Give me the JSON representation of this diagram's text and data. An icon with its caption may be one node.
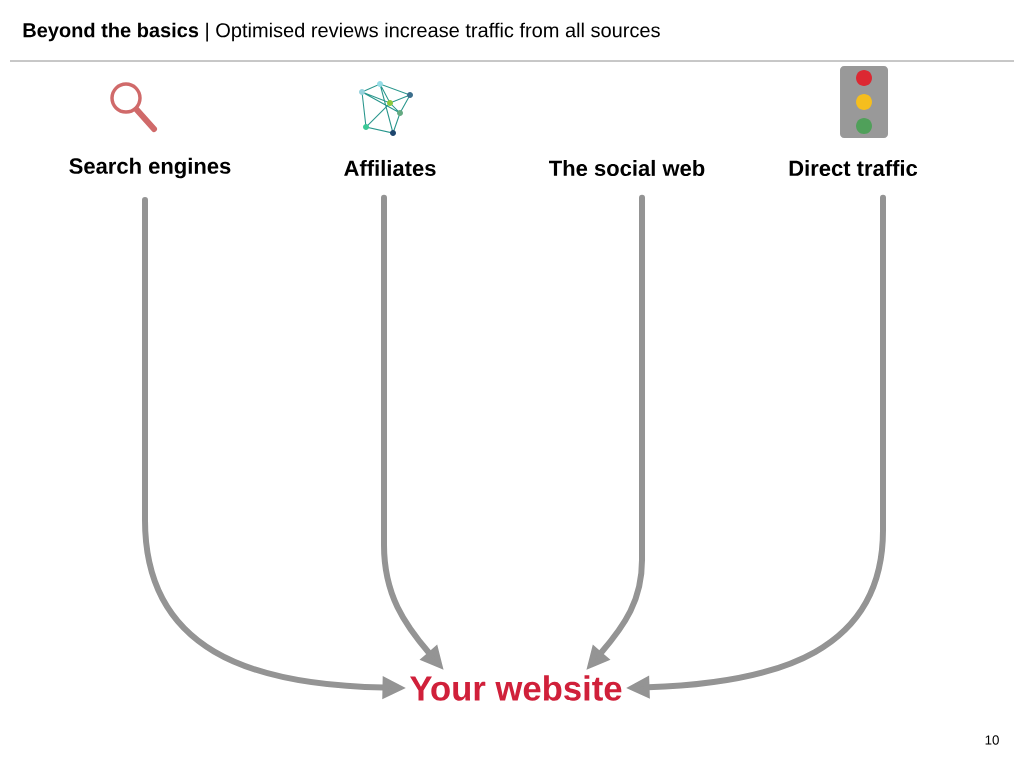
{
  "diagram": {
    "title": "**Beyond the basics** | Optimised reviews increase traffic from all sources",
    "nodes": [
      {
        "text": [
          "Search engines"
        ]
      },
      {
        "text": [
          "Affiliates"
        ]
      },
      {
        "text": [
          "The social web"
        ]
      },
      {
        "text": [
          "Direct traffic"
        ]
      },
      {
        "text": [
          "Your website"
        ]
      }
    ],
    "edges": [
      {
        "from": 0,
        "to": 4,
        "arrow": "to"
      },
      {
        "from": 1,
        "to": 4,
        "arrow": "to"
      },
      {
        "from": 2,
        "to": 4,
        "arrow": "to"
      },
      {
        "from": 3,
        "to": 4,
        "arrow": "to"
      }
    ],
    "labels": [
      "10"
    ]
  }
}
